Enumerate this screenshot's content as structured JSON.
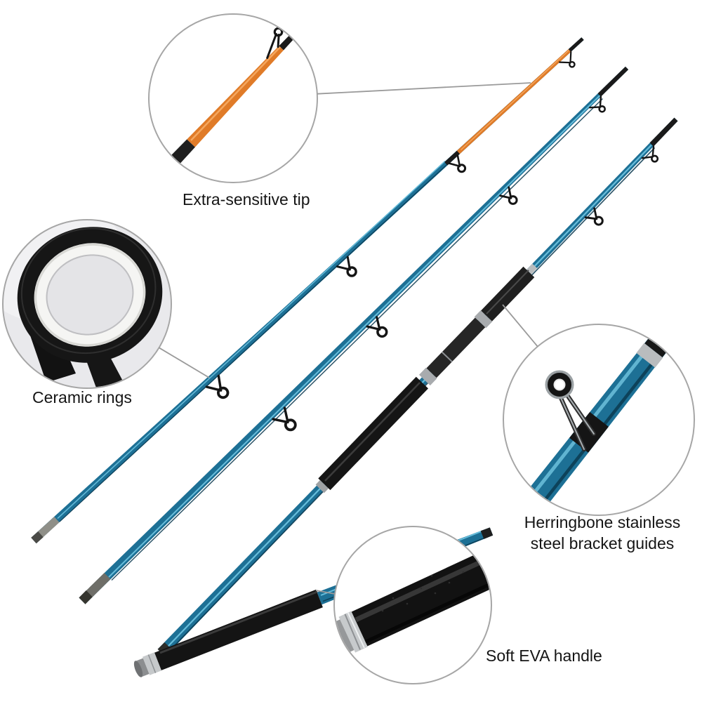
{
  "annotations": {
    "tip": {
      "label": "Extra-sensitive tip"
    },
    "rings": {
      "label": "Ceramic rings"
    },
    "guides": {
      "label": "Herringbone stainless steel bracket guides",
      "line1": "Herringbone stainless",
      "line2": "steel bracket guides"
    },
    "handle": {
      "label": "Soft EVA handle"
    }
  },
  "colors": {
    "background": "#ffffff",
    "rod_blue": "#1d7095",
    "rod_blue_light": "#67bddb",
    "rod_blue_dark": "#0b3950",
    "tip_orange": "#e07b28",
    "tip_orange_light": "#f4a75f",
    "black_component": "#161616",
    "silver": "#c7cacc",
    "ferrule_grey": "#8f8f88",
    "callout_border": "#a6a6a6",
    "connector_line": "#9a9a9a",
    "text": "#151515"
  }
}
